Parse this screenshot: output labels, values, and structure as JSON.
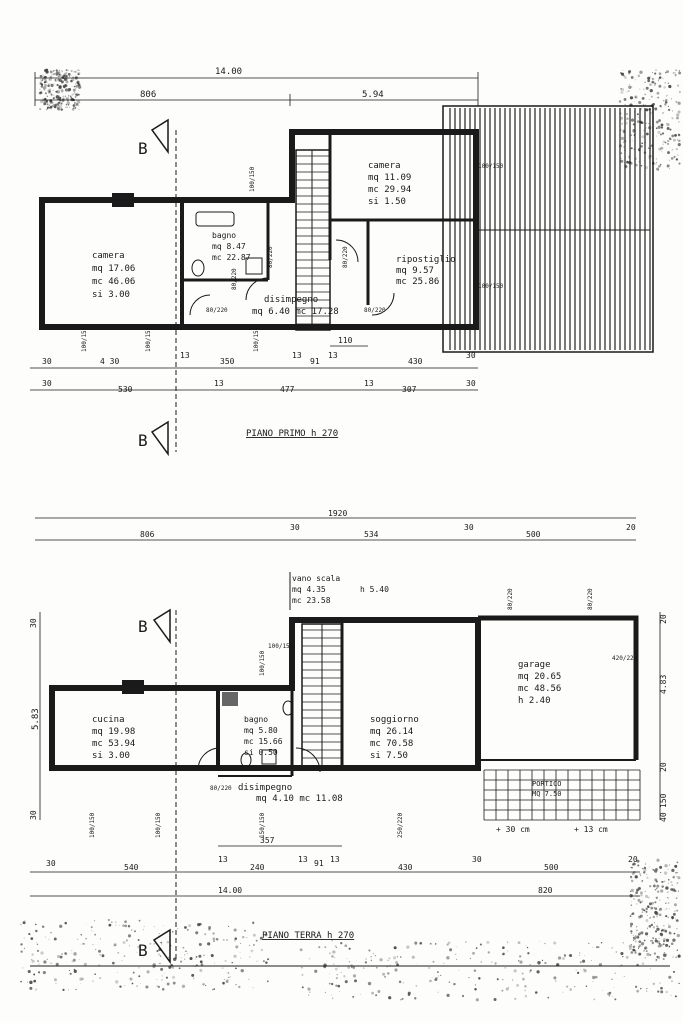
{
  "upper_floor": {
    "title": "PIANO PRIMO h 270",
    "section_marks": [
      "B",
      "B"
    ],
    "dims_top": [
      "14.00",
      "806",
      "5.94"
    ],
    "dims_bottom_1": [
      "30",
      "4 30",
      "13",
      "350",
      "13",
      "91",
      "13",
      "430",
      "30"
    ],
    "dims_bottom_2": [
      "30",
      "530",
      "13",
      "477",
      "13",
      "307",
      "30"
    ],
    "dim_stair": "110",
    "rooms": [
      {
        "name": "camera",
        "lines": [
          "mq  17.06",
          "mc  46.06",
          "si    3.00"
        ]
      },
      {
        "name": "bagno",
        "lines": [
          "mq  8.47",
          "mc  22.87"
        ]
      },
      {
        "name": "camera",
        "lines": [
          "mq  11.09",
          "mc  29.94",
          "si    1.50"
        ]
      },
      {
        "name": "ripostiglio",
        "lines": [
          "mq  9.57",
          "mc  25.86"
        ]
      },
      {
        "name": "disimpegno",
        "lines": [
          "mq  6.40  mc  17.28"
        ]
      }
    ],
    "openings": [
      "100/150",
      "100/150",
      "100/150",
      "100/150",
      "100/150",
      "100/150",
      "80/220",
      "80/220",
      "80/220",
      "80/220",
      "80/220"
    ]
  },
  "ground_floor": {
    "title": "PIANO  TERRA h 270",
    "section_marks": [
      "B",
      "B"
    ],
    "dims_top": [
      "1920",
      "806",
      "30",
      "534",
      "30",
      "500",
      "20"
    ],
    "dims_bottom_1": [
      "30",
      "540",
      "13",
      "240",
      "13",
      "91",
      "13",
      "430",
      "30",
      "500",
      "20"
    ],
    "dims_bottom_2": [
      "14.00",
      "820"
    ],
    "dim_357": "357",
    "dim_left_height": "5.83",
    "dims_left": [
      "30",
      "30"
    ],
    "dims_right": [
      "20",
      "4.83",
      "20",
      "150",
      "40"
    ],
    "vano_scala": {
      "lines": [
        "vano scala",
        "mq  4.35",
        "mc  23.58"
      ],
      "height": "h 5.40"
    },
    "rooms": [
      {
        "name": "cucina",
        "lines": [
          "mq  19.98",
          "mc  53.94",
          "si    3.00"
        ]
      },
      {
        "name": "bagno",
        "lines": [
          "mq  5.80",
          "mc  15.66",
          "si  0.50"
        ]
      },
      {
        "name": "soggiorno",
        "lines": [
          "mq  26.14",
          "mc  70.58",
          "si    7.50"
        ]
      },
      {
        "name": "garage",
        "lines": [
          "mq  20.65",
          "mc  48.56",
          "h      2.40"
        ]
      },
      {
        "name": "disimpegno",
        "lines": [
          "mq  4.10  mc  11.08"
        ]
      }
    ],
    "portico": [
      "PORTICO",
      "MQ  7.50"
    ],
    "level_marks": [
      "+ 30 cm",
      "+ 13 cm"
    ],
    "openings": [
      "100/150",
      "100/150",
      "100/150",
      "150/150",
      "100/150",
      "250/220",
      "420/220",
      "80/220",
      "80/220",
      "80/220"
    ]
  }
}
